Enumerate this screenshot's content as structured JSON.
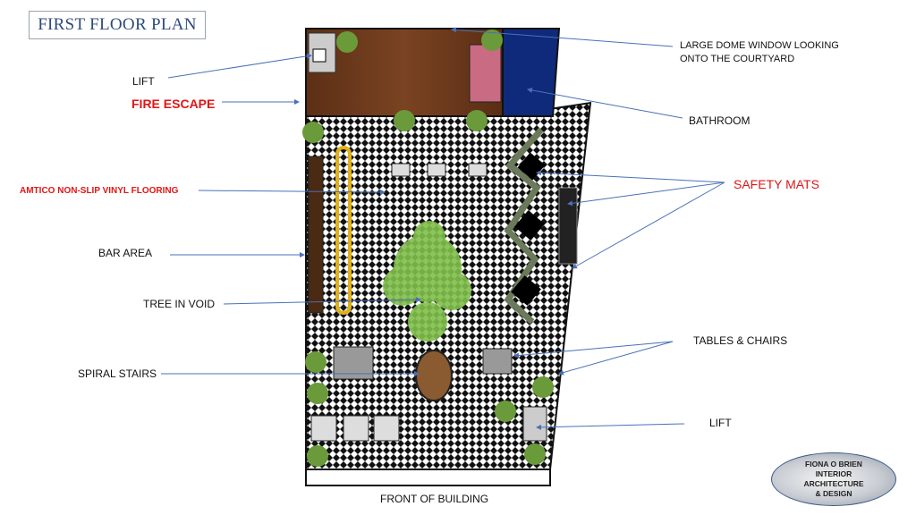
{
  "title": "FIRST FLOOR PLAN",
  "labels": {
    "lift_top": "LIFT",
    "fire_escape": "FIRE ESCAPE",
    "flooring": "AMTICO NON-SLIP VINYL FLOORING",
    "bar_area": "BAR AREA",
    "tree_in_void": "TREE IN VOID",
    "spiral_stairs": "SPIRAL STAIRS",
    "dome_window_line1": "LARGE DOME WINDOW LOOKING",
    "dome_window_line2": "ONTO THE COURTYARD",
    "bathroom": "BATHROOM",
    "safety_mats": "SAFETY MATS",
    "tables_chairs": "TABLES &  CHAIRS",
    "lift_bottom": "LIFT",
    "front": "FRONT OF BUILDING"
  },
  "logo": {
    "line1": "FIONA O BRIEN",
    "line2": "INTERIOR",
    "line3": "ARCHITECTURE",
    "line4": "& DESIGN"
  },
  "colors": {
    "title": "#2f4a7a",
    "emphasis": "#e01616",
    "arrow": "#4a70b8",
    "wood": "#6b3a1e",
    "bathroom_blue": "#0f2a7a"
  }
}
